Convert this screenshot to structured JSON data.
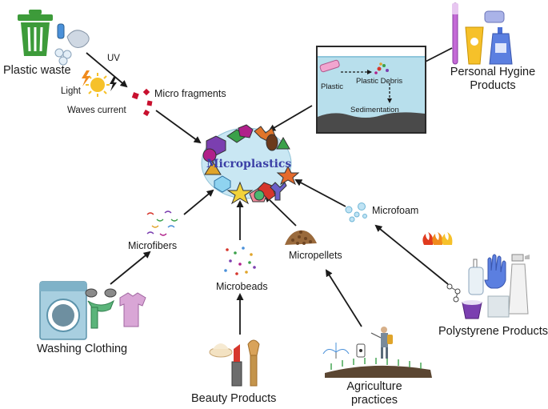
{
  "hub": {
    "title": "Microplastics"
  },
  "sources": {
    "plastic_waste": "Plastic waste",
    "personal_hygiene": "Personal Hygine\nProducts",
    "washing_clothing": "Washing Clothing",
    "beauty_products": "Beauty Products",
    "agriculture": "Agriculture\npractices",
    "polystyrene": "Polystyrene Products"
  },
  "weathering": {
    "uv": "UV",
    "light": "Light",
    "waves": "Waves current",
    "fragments": "Micro fragments"
  },
  "tank": {
    "plastic": "Plastic",
    "debris": "Plastic Debris",
    "sedimentation": "Sedimentation"
  },
  "particles": {
    "microfibers": "Microfibers",
    "microbeads": "Microbeads",
    "micropellets": "Micropellets",
    "microfoam": "Microfoam"
  },
  "colors": {
    "arrow": "#1a1a1a",
    "hub_fill": "#c9e7f3",
    "hub_text": "#3b3fa6",
    "water": "#b8dfec",
    "soil": "#5b4632",
    "bin": "#3d9b3a"
  }
}
